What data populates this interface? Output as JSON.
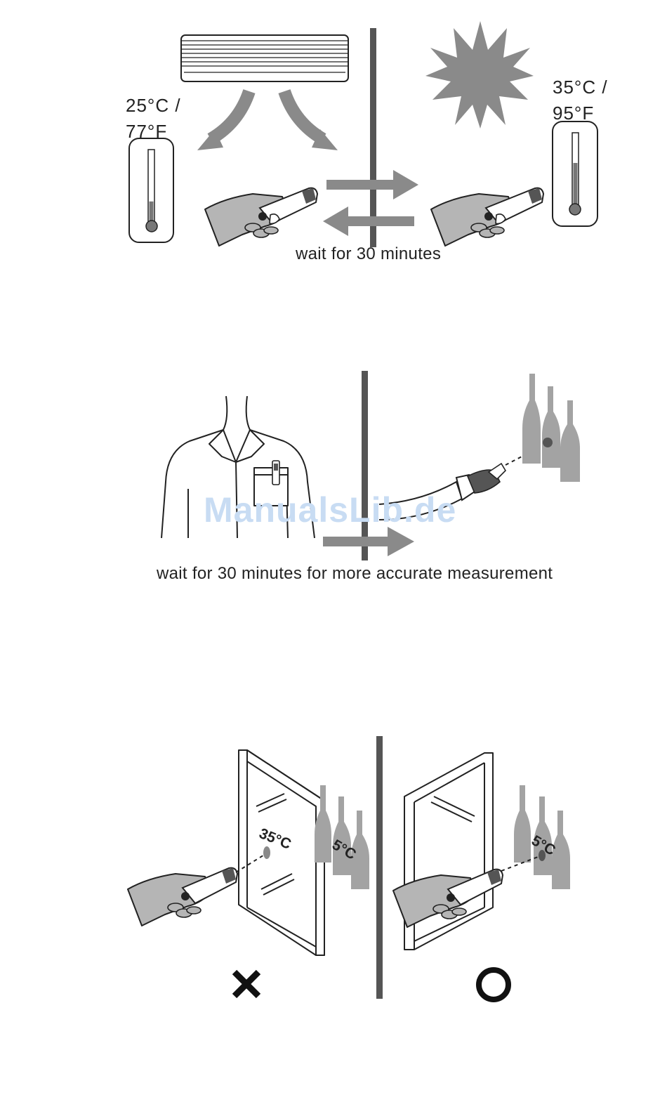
{
  "panel1": {
    "ac_temp": {
      "celsius": "25°C /",
      "fahrenheit": "77°F"
    },
    "sun_temp": {
      "celsius": "35°C /",
      "fahrenheit": "95°F"
    },
    "caption": "wait for 30 minutes",
    "thermometer_left_level": 0.3,
    "thermometer_right_level": 0.6
  },
  "panel2": {
    "caption": "wait for 30 minutes for more accurate measurement",
    "watermark": "ManualsLib.de"
  },
  "panel3": {
    "glass_temp": "35°C",
    "bottle_temp_left": "5°C",
    "bottle_temp_right": "5°C",
    "wrong_mark": "cross-icon",
    "right_mark": "circle-icon"
  },
  "colors": {
    "gray_fill": "#8a8a8a",
    "light_gray": "#b5b5b5",
    "outline": "#222222",
    "divider": "#555555"
  }
}
